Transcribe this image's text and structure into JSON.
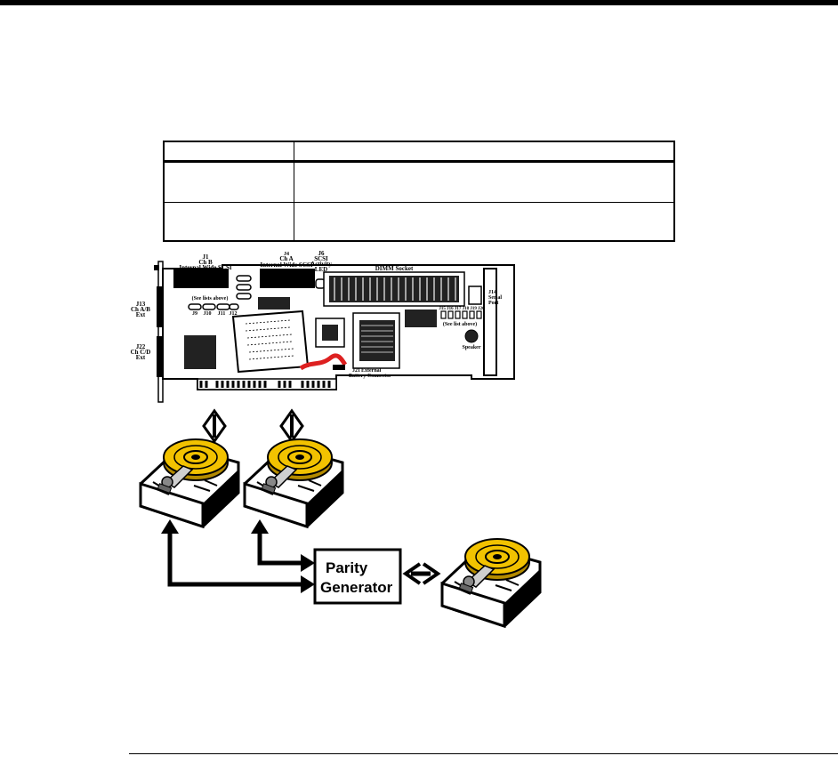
{
  "table": {
    "rows": 3,
    "cells": [
      [
        "",
        ""
      ],
      [
        "",
        ""
      ],
      [
        "",
        ""
      ]
    ]
  },
  "controller": {
    "labels": {
      "j1": "J1",
      "j1_ch": "Ch B",
      "j1_desc": "Internal Wide SCSI",
      "j_a": "J4",
      "j_a_ch": "Ch A",
      "j_a_desc": "Internal Wide SCSI",
      "j6": "J6",
      "j6_l1": "SCSI",
      "j6_l2": "Activity",
      "j6_l3": "LED",
      "dimm": "DIMM Socket",
      "j13": "J13",
      "j13_ch": "Ch A/B",
      "j13_ext": "Ext",
      "j22": "J22",
      "j22_ch": "Ch C/D",
      "j22_ext": "Ext",
      "see_list_left": "(See lists above)",
      "j9": "J9",
      "j10": "J10",
      "j11": "J11",
      "j12": "J12",
      "j14": "J14",
      "j14_l1": "Serial",
      "j14_l2": "Port",
      "jumpers_right": "J15 J16 J17 J18 J19 J20",
      "see_list_right": "(See list above)",
      "speaker": "Speaker",
      "j21": "J21",
      "j21_l1": "External",
      "j21_l2": "Battery Connector"
    }
  },
  "parity_generator": {
    "line1": "Parity",
    "line2": "Generator"
  },
  "colors": {
    "platter": "#f2c200",
    "platter_dark": "#b38a00",
    "drive_body": "#ffffff",
    "board": "#ffffff",
    "chip": "#222222",
    "cable": "#dd2020"
  }
}
